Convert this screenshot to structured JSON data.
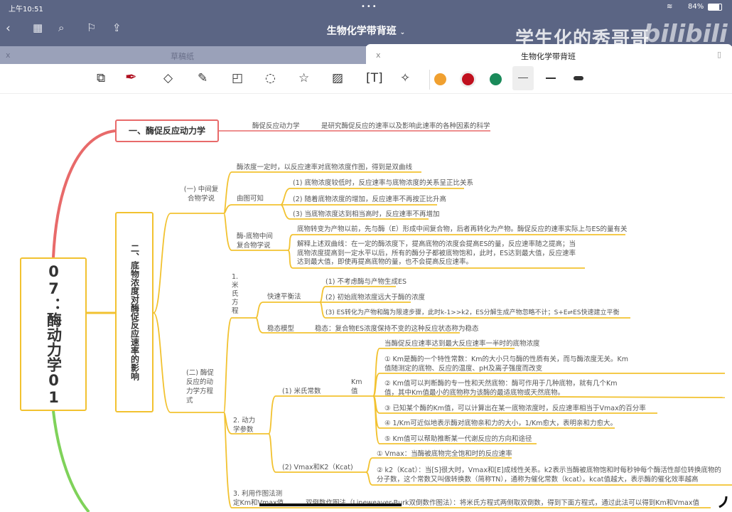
{
  "status": {
    "time": "上午10:51",
    "battery": "84%"
  },
  "nav": {
    "title": "生物化学带背班",
    "icons": [
      "back-icon",
      "grid-icon",
      "search-icon",
      "bookmark-icon",
      "share-icon"
    ]
  },
  "watermark": {
    "text": "学生化的秀哥哥",
    "logo": "bilibili"
  },
  "tabs": [
    {
      "label": "草稿纸",
      "close": "x"
    },
    {
      "label": "生物化学带背班",
      "close": "x"
    }
  ],
  "toolbar": {
    "tools": [
      "zoom-window-icon",
      "pen-icon",
      "eraser-icon",
      "highlighter-icon",
      "shapes-icon",
      "lasso-icon",
      "sticker-icon",
      "image-icon",
      "text-icon",
      "laser-pointer-icon"
    ],
    "colors": [
      "#f0a030",
      "#c0101e",
      "#1a8a5a"
    ],
    "selected_color": "#c0101e"
  },
  "mindmap": {
    "root": "07：酶动力学01",
    "b1": {
      "title": "一、酶促反应动力学",
      "k": "酶促反应动力学",
      "v": "是研究酶促反应的速率以及影响此速率的各种因素的科学"
    },
    "b2": {
      "title": "二、底物浓度对酶促反应速率的影响",
      "s1": {
        "title": "(一) 中间复合物学说",
        "intro": "酶浓度一定时，以反应速率对底物浓度作图，得到是双曲线",
        "fig": "由图可知",
        "fig_items": [
          "(1) 底物浓度较低时，反应速率与底物浓度的关系呈正比关系",
          "(2) 随着底物浓度的增加，反应速率不再按正比升高",
          "(3) 当底物浓度达到相当高时，反应速率不再增加"
        ],
        "theory": "酶-底物中间复合物学说",
        "theory_items": [
          "底物转变为产物以前，先与酶（E）形成中间复合物，后者再转化为产物。酶促反应的速率实际上与ES的量有关",
          "解释上述双曲线：在一定的酶浓度下，提高底物的浓度会提高ES的量，反应速率随之提高；当底物浓度提高到一定水平以后，所有的酶分子都被底物饱和，此时，ES达到最大值，反应速率达到最大值，即使再提高底物的量，也不会提高反应速率。"
        ]
      },
      "s2": {
        "title": "(二) 酶促反应的动力学方程式",
        "eq": {
          "title": "1. 米氏方程",
          "fast": "快速平衡法",
          "fast_items": [
            "(1) 不考虑酶与产物生成ES",
            "(2) 初始底物浓度远大于酶的浓度",
            "(3) ES转化为产物和酶为限速步骤，此时k-1>>k2，ES分解生成产物忽略不计；S+E⇌ES快速建立平衡"
          ],
          "steady": "稳态模型",
          "steady_def": "稳态：复合物ES浓度保持不变的这种反应状态称为稳态"
        },
        "params": {
          "title": "2. 动力学参数",
          "km_title": "(1) 米氏常数",
          "km_label": "Km值",
          "km_items": [
            "当酶促反应速率达到最大反应速率一半时的底物浓度",
            "① Km是酶的一个特性常数：Km的大小只与酶的性质有关，而与酶浓度无关。Km值随测定的底物、反应的温度、pH及离子强度而改变",
            "② Km值可以判断酶的专一性和天然底物：酶可作用于几种底物，就有几个Km值，其中Km值最小的底物称为该酶的最适底物或天然底物。",
            "③ 已知某个酶的Km值，可以计算出在某一底物浓度时，反应速率相当于Vmax的百分率",
            "④ 1/Km可近似地表示酶对底物亲和力的大小，1/Km愈大，表明亲和力愈大。",
            "⑤ Km值可以帮助推断某一代谢反应的方向和途径"
          ],
          "vmax_title": "(2) Vmax和K2（Kcat)",
          "vmax_items": [
            "① Vmax：当酶被底物完全饱和时的反应速率",
            "② k2（Kcat）：当[S]很大时，Vmax和[E]成线性关系。k2表示当酶被底物饱和时每秒钟每个酶活性部位转换底物的分子数，这个常数又叫做转换数（简称TN），通称为催化常数（kcat）。kcat值越大，表示酶的催化效率越高"
          ]
        },
        "plot": {
          "title": "3. 利用作图法测定Km和Vmax值",
          "item": "双倒数作图法（Lineweaver-Burk双倒数作图法）：将米氏方程式两侧取双倒数，得到下面方程式，通过此法可以得到Km和Vmax值"
        }
      }
    }
  }
}
